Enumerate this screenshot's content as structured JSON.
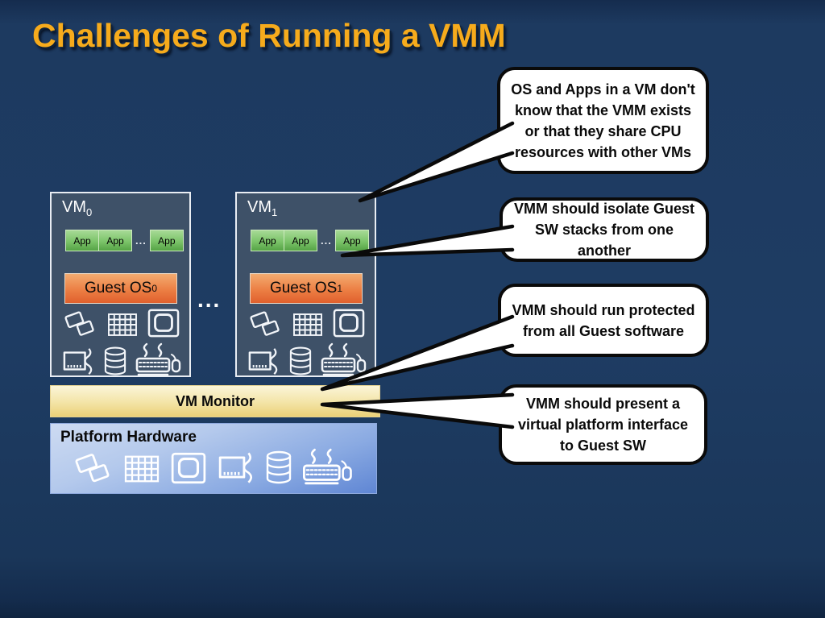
{
  "slide": {
    "title": "Challenges of Running a VMM"
  },
  "diagram": {
    "vms": [
      {
        "name": "VM",
        "sub": "0",
        "apps": [
          "App",
          "App",
          "App"
        ],
        "app_dots": "...",
        "guest_os": "Guest OS",
        "guest_os_sub": "0"
      },
      {
        "name": "VM",
        "sub": "1",
        "apps": [
          "App",
          "App",
          "App"
        ],
        "app_dots": "...",
        "guest_os": "Guest OS",
        "guest_os_sub": "1"
      }
    ],
    "vm_separator_dots": "...",
    "vm_monitor_label": "VM Monitor",
    "platform_hardware_label": "Platform Hardware",
    "hardware_icons": [
      "chips-icon",
      "memory-grid-icon",
      "monitor-icon",
      "computer-cable-icon",
      "database-icon",
      "keyboard-mouse-icon"
    ]
  },
  "callouts": [
    {
      "text": "OS and Apps in a VM don't know that the VMM exists or that they share CPU resources with other VMs"
    },
    {
      "text": "VMM should isolate Guest SW stacks from one another"
    },
    {
      "text": "VMM should run protected from all Guest software"
    },
    {
      "text": "VMM should present a virtual platform interface to Guest SW"
    }
  ],
  "colors": {
    "background": "#1e3c63",
    "title_gold": "#f6ab1c",
    "vm_box_fill": "#3e5168",
    "vm_box_border": "#e9edf3",
    "app_green_top": "#a7da96",
    "app_green_bottom": "#55a345",
    "guest_os_top": "#f3ab70",
    "guest_os_bottom": "#e0602d",
    "vm_monitor_top": "#fbf5d8",
    "vm_monitor_bottom": "#ebd077",
    "hardware_blue_top": "#cddbf2",
    "hardware_blue_bottom": "#5f86d4",
    "callout_bg": "#ffffff",
    "callout_border": "#0a0a0a",
    "icon_stroke": "#ffffff"
  }
}
